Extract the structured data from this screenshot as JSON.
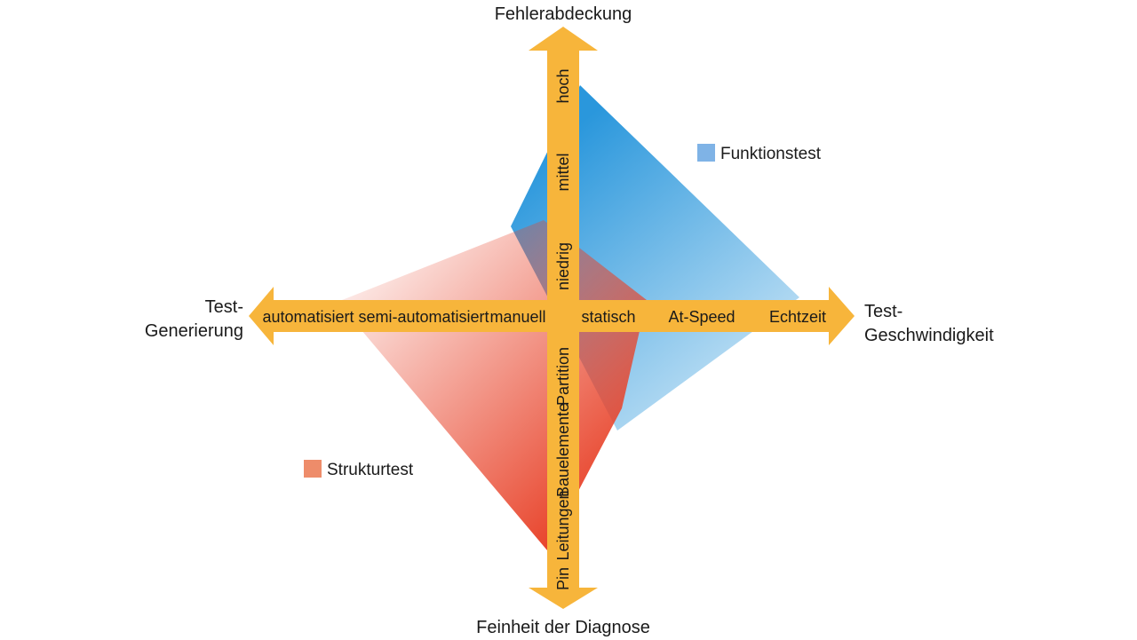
{
  "axes": {
    "top": {
      "title": "Fehlerabdeckung",
      "ticks": [
        "niedrig",
        "mittel",
        "hoch"
      ]
    },
    "right": {
      "title_line1": "Test-",
      "title_line2": "Geschwindigkeit",
      "ticks": [
        "statisch",
        "At-Speed",
        "Echtzeit"
      ]
    },
    "left": {
      "title_line1": "Test-",
      "title_line2": "Generierung",
      "ticks": [
        "manuell",
        "semi-automatisiert",
        "automatisiert"
      ]
    },
    "bottom": {
      "title": "Feinheit der Diagnose",
      "ticks": [
        "Pin",
        "Leitungen",
        "Bauelemente",
        "Partition"
      ]
    }
  },
  "legend": [
    {
      "label": "Funktionstest",
      "color": "#7fb3e6"
    },
    {
      "label": "Strukturtest",
      "color": "#ee8c6a"
    }
  ],
  "colors": {
    "arrow": "#f7b53b",
    "blue": "#2a97dc",
    "red": "#e8432a"
  }
}
